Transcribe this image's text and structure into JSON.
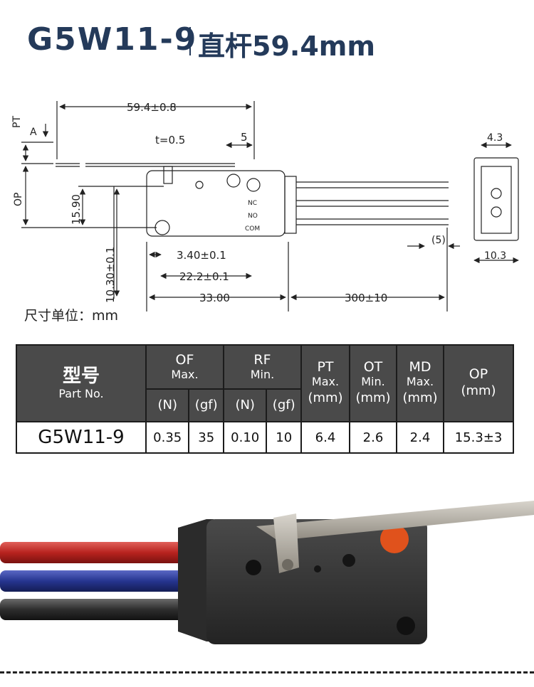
{
  "header": {
    "model": "G5W11-9",
    "subtitle": "直杆59.4mm"
  },
  "drawing": {
    "dim_overall_length": "59.4±0.8",
    "dim_thickness": "t=0.5",
    "dim_5": "5",
    "label_pt": "PT",
    "label_a": "A",
    "label_op": "OP",
    "dim_15_90": "15.90",
    "dim_10_30": "10.30±0.1",
    "dim_3_40": "3.40±0.1",
    "dim_22_2": "22.2±0.1",
    "dim_33": "33.00",
    "dim_300": "300±10",
    "dim_paren_5": "(5)",
    "dim_4_3": "4.3",
    "dim_10_3": "10.3",
    "label_nc": "NC",
    "label_no": "NO",
    "label_com": "COM",
    "unit_note": "尺寸单位：mm"
  },
  "table": {
    "col_part_cn": "型号",
    "col_part_en": "Part No.",
    "col_of": "OF",
    "col_of_sub": "Max.",
    "col_rf": "RF",
    "col_rf_sub": "Min.",
    "col_pt": "PT",
    "col_pt_sub": "Max.",
    "col_ot": "OT",
    "col_ot_sub": "Min.",
    "col_md": "MD",
    "col_md_sub": "Max.",
    "col_op": "OP",
    "unit_n": "(N)",
    "unit_gf": "(gf)",
    "unit_mm": "(mm)",
    "row": {
      "part_no": "G5W11-9",
      "of_n": "0.35",
      "of_gf": "35",
      "rf_n": "0.10",
      "rf_gf": "10",
      "pt": "6.4",
      "ot": "2.6",
      "md": "2.4",
      "op": "15.3±3"
    }
  },
  "colors": {
    "title": "#243a5a",
    "header_bg": "#4a4a4a",
    "wire_red": "#c0292b",
    "wire_blue": "#2b3a8f",
    "wire_black": "#2a2a2a",
    "actuator_orange": "#e0521c"
  }
}
